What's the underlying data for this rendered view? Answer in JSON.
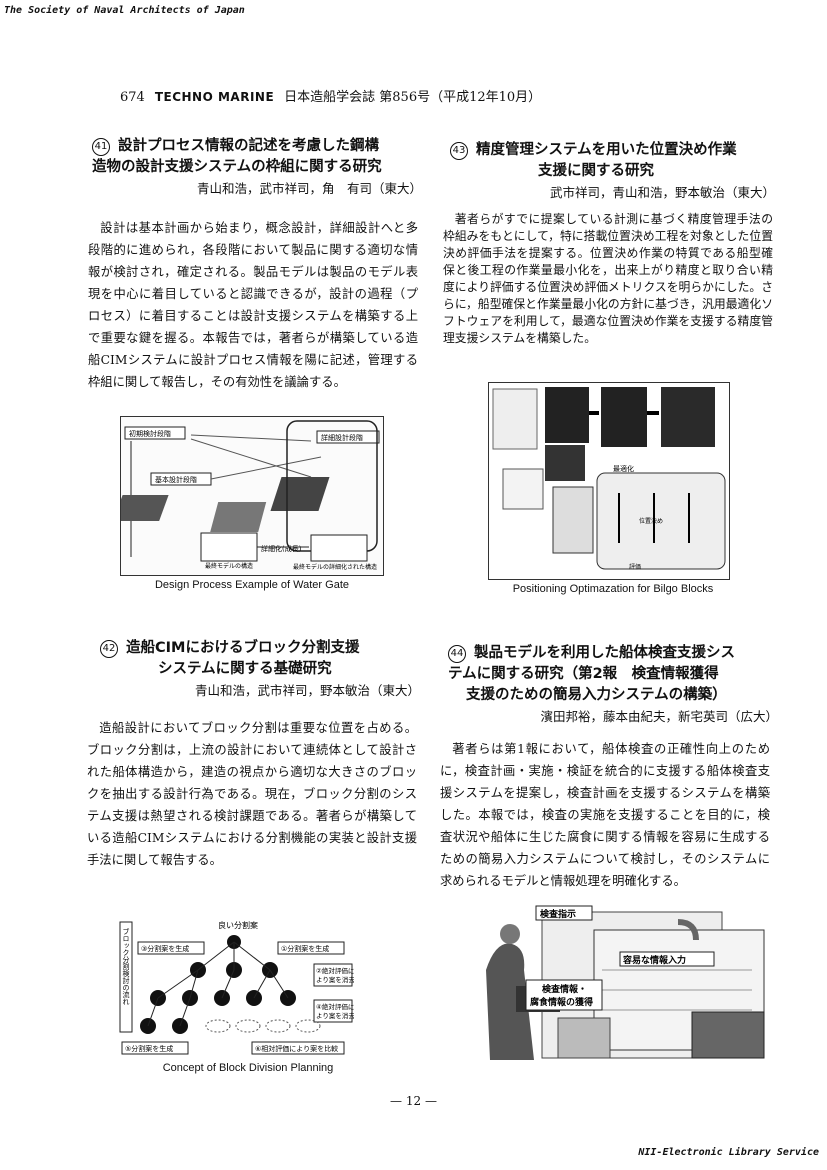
{
  "society": "The Society of Naval Architects of Japan",
  "header": {
    "page": "674",
    "brand": "TECHNO MARINE",
    "journal": "日本造船学会誌 第856号（平成12年10月）"
  },
  "articles": [
    {
      "number": "41",
      "title_lines": [
        "設計プロセス情報の記述を考慮した鋼構",
        "造物の設計支援システムの枠組に関する研究"
      ],
      "authors": "青山和浩，武市祥司，角　有司（東大）",
      "body": "設計は基本計画から始まり，概念設計，詳細設計へと多段階的に進められ，各段階において製品に関する適切な情報が検討され，確定される。製品モデルは製品のモデル表現を中心に着目していると認識できるが，設計の過程（プロセス）に着目することは設計支援システムを構築する上で重要な鍵を握る。本報告では，著者らが構築している造船CIMシステムに設計プロセス情報を陽に記述，管理する枠組に関して報告し，その有効性を議論する。",
      "figure_labels": [
        "初期検討段階",
        "詳細設計段階",
        "基本設計段階",
        "詳細化(成長)",
        "最終モデルの構造",
        "最終モデルの詳細化された構造"
      ],
      "caption": "Design Process Example of Water Gate"
    },
    {
      "number": "43",
      "title_lines": [
        "精度管理システムを用いた位置決め作業",
        "支援に関する研究"
      ],
      "authors": "武市祥司，青山和浩，野本敏治（東大）",
      "body": "著者らがすでに提案している計測に基づく精度管理手法の枠組みをもとにして，特に搭載位置決め工程を対象とした位置決め評価手法を提案する。位置決め作業の特質である船型確保と後工程の作業量最小化を，出来上がり精度と取り合い精度により評価する位置決め評価メトリクスを明らかにした。さらに，船型確保と作業量最小化の方針に基づき，汎用最適化ソフトウェアを利用して，最適な位置決め作業を支援する精度管理支援システムを構築した。",
      "figure_labels": [
        "最適化",
        "位置決め",
        "評価"
      ],
      "caption": "Positioning Optimazation for Bilgo Blocks"
    },
    {
      "number": "42",
      "title_lines": [
        "造船CIMにおけるブロック分割支援",
        "システムに関する基礎研究"
      ],
      "authors": "青山和浩，武市祥司，野本敏治（東大）",
      "body": "造船設計においてブロック分割は重要な位置を占める。ブロック分割は，上流の設計において連続体として設計された船体構造から，建造の視点から適切な大きさのブロックを抽出する設計行為である。現在，ブロック分割のシステム支援は熱望される検討課題である。著者らが構築している造船CIMシステムにおける分割機能の実装と設計支援手法に関して報告する。",
      "figure_labels": {
        "top": "良い分割案",
        "side": "ブロック分割検討の流れ",
        "l1": "③分割案を生成",
        "r1": "①分割案を生成",
        "r2a": "②絶対評価に",
        "r2b": "より案を消去",
        "r3a": "④絶対評価に",
        "r3b": "より案を消去",
        "l2": "⑤分割案を生成",
        "r4": "⑥相対評価により案を比較"
      },
      "caption": "Concept of Block Division Planning"
    },
    {
      "number": "44",
      "title_lines": [
        "製品モデルを利用した船体検査支援シス",
        "テムに関する研究（第2報　検査情報獲得",
        "支援のための簡易入力システムの構築）"
      ],
      "authors": "濱田邦裕，藤本由紀夫，新宅英司（広大）",
      "body": "著者らは第1報において，船体検査の正確性向上のために，検査計画・実施・検証を統合的に支援する船体検査支援システムを提案し，検査計画を支援するシステムを構築した。本報では，検査の実施を支援することを目的に，検査状況や船体に生じた腐食に関する情報を容易に生成するための簡易入力システムについて検討し，そのシステムに求められるモデルと情報処理を明確化する。",
      "figure_labels": {
        "a": "検査指示",
        "b": "容易な情報入力",
        "c1": "検査情報・",
        "c2": "腐食情報の獲得"
      }
    }
  ],
  "page_number": "— 12 —",
  "footer": "NII-Electronic Library Service"
}
